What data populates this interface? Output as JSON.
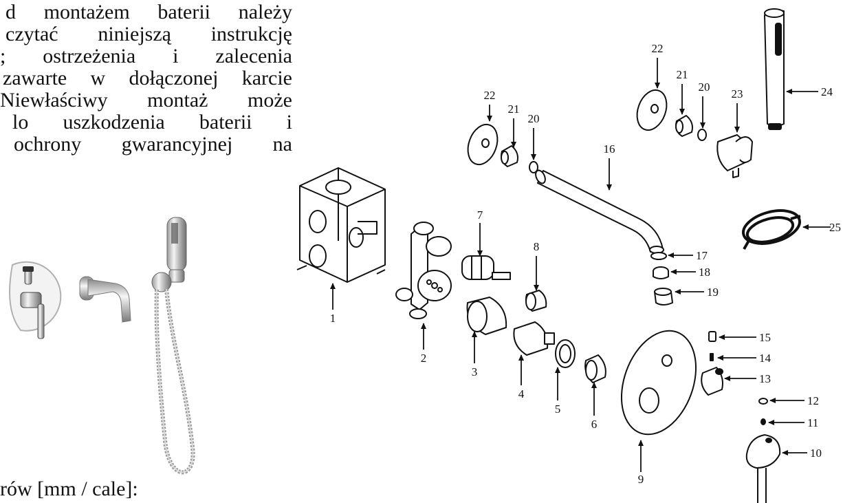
{
  "intro": {
    "lines": [
      "d montażem baterii należy",
      "czytać niniejszą instrukcję",
      "; ostrzeżenia i zalecenia",
      "zawarte w dołączonej karcie",
      "Niewłaściwy montaż może",
      "lo uszkodzenia baterii i",
      "ochrony gwarancyjnej na"
    ]
  },
  "dimensions_heading": "rów [mm / cale]:",
  "diagram": {
    "callouts": [
      "1",
      "2",
      "3",
      "4",
      "5",
      "6",
      "7",
      "8",
      "9",
      "10",
      "11",
      "12",
      "13",
      "14",
      "15",
      "16",
      "17",
      "18",
      "19",
      "20",
      "20",
      "21",
      "21",
      "22",
      "22",
      "23",
      "24",
      "25"
    ]
  }
}
